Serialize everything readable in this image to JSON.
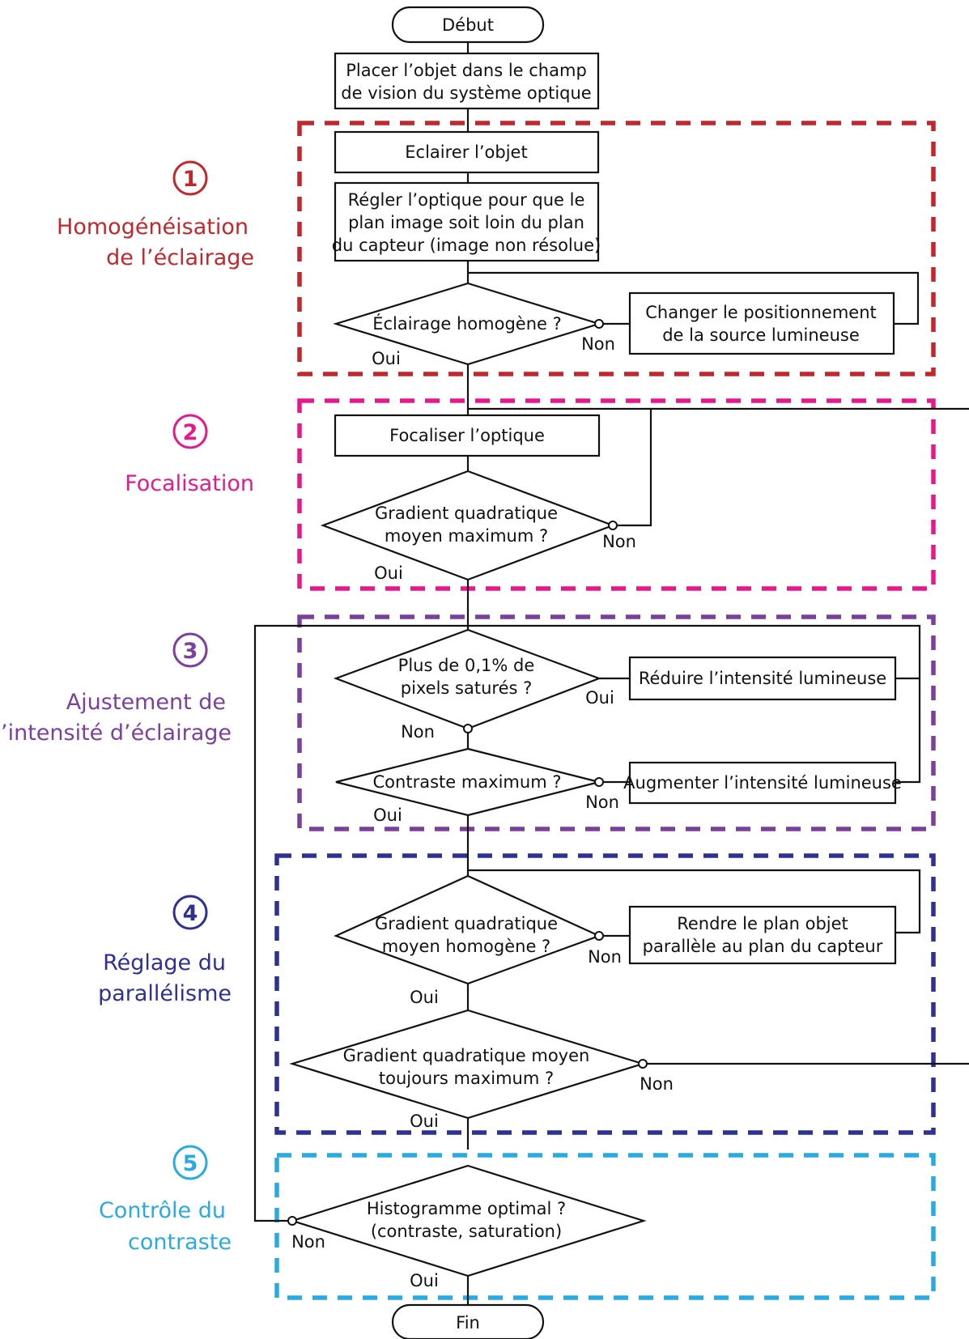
{
  "colors": {
    "stage1": "#c1272d",
    "stage2": "#e6198a",
    "stage3": "#7b3f9e",
    "stage4": "#2e3192",
    "stage5": "#29abe2"
  },
  "nodes": {
    "start": "Début",
    "place_object": [
      "Placer l’objet dans le champ",
      "de vision du système optique"
    ],
    "light_object": "Eclairer l’objet",
    "adjust_optics": [
      "Régler l’optique pour que le",
      "plan image soit loin du plan",
      "du capteur (image non résolue)"
    ],
    "homogeneous_light": "Éclairage homogène ?",
    "change_source": [
      "Changer le positionnement",
      "de la source lumineuse"
    ],
    "focus_optics": "Focaliser l’optique",
    "gradient_max": [
      "Gradient quadratique",
      "moyen maximum ?"
    ],
    "saturated_pixels": [
      "Plus de 0,1% de",
      "pixels saturés ?"
    ],
    "reduce_intensity": "Réduire l’intensité lumineuse",
    "contrast_max": "Contraste maximum ?",
    "increase_intensity": "Augmenter l’intensité lumineuse",
    "gradient_homogeneous": [
      "Gradient quadratique",
      "moyen homogène ?"
    ],
    "parallel_plane": [
      "Rendre le plan objet",
      "parallèle au plan du capteur"
    ],
    "gradient_still_max": [
      "Gradient quadratique moyen",
      "toujours maximum ?"
    ],
    "histogram_optimal": [
      "Histogramme optimal ?",
      "(contraste, saturation)"
    ],
    "end": "Fin"
  },
  "labels": {
    "yes": "Oui",
    "no": "Non"
  },
  "stages": [
    {
      "number": "1",
      "title": [
        "Homogénéisation",
        "de l’éclairage"
      ]
    },
    {
      "number": "2",
      "title": [
        "Focalisation"
      ]
    },
    {
      "number": "3",
      "title": [
        "Ajustement de",
        "l’intensité d’éclairage"
      ]
    },
    {
      "number": "4",
      "title": [
        "Réglage du",
        "parallélisme"
      ]
    },
    {
      "number": "5",
      "title": [
        "Contrôle du",
        "contraste"
      ]
    }
  ]
}
